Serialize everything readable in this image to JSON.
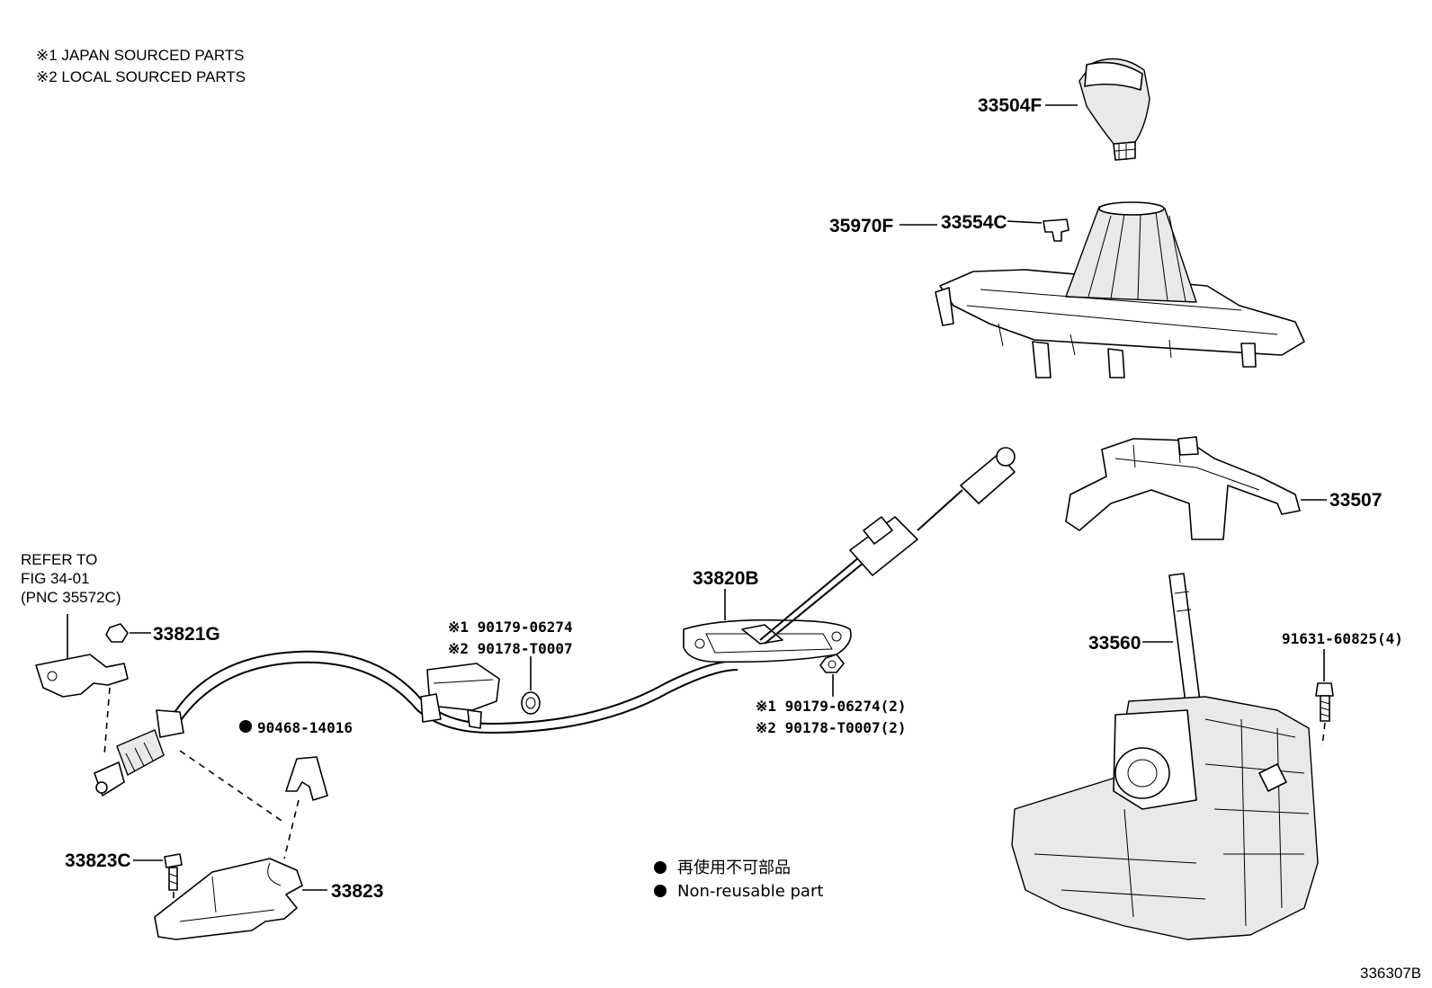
{
  "notes": {
    "note1": "※1 JAPAN SOURCED PARTS",
    "note2": "※2 LOCAL SOURCED PARTS"
  },
  "labels": {
    "p33504F": "33504F",
    "p33554C": "33554C",
    "p35970F": "35970F",
    "p33507": "33507",
    "p33820B": "33820B",
    "p33560": "33560",
    "p91631": "91631-60825(4)",
    "p33821G": "33821G",
    "p90468": "90468-14016",
    "p33823C": "33823C",
    "p33823": "33823"
  },
  "refer": {
    "line1": "REFER TO",
    "line2": "FIG 34-01",
    "line3": "(PNC 35572C)"
  },
  "codes": {
    "top1": "※1 90179-06274",
    "top2": "※2 90178-T0007",
    "right1": "※1 90179-06274(2)",
    "right2": "※2 90178-T0007(2)"
  },
  "legend": {
    "jp": "再使用不可部品",
    "en": "Non-reusable part"
  },
  "figure_id": "336307B"
}
